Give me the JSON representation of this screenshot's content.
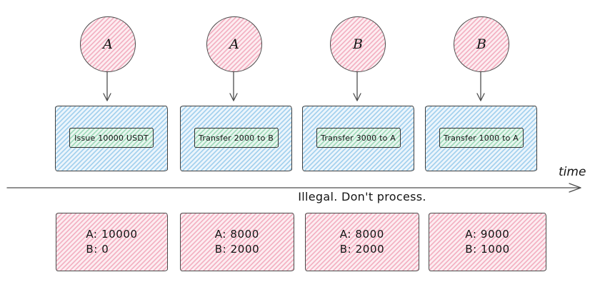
{
  "diagram": {
    "timeline_label": "time",
    "annotation": "Illegal. Don't process.",
    "columns": [
      {
        "actor": "A",
        "action": "Issue 10000 USDT",
        "balance_a": "A: 10000",
        "balance_b": "B: 0"
      },
      {
        "actor": "A",
        "action": "Transfer 2000 to B",
        "balance_a": "A: 8000",
        "balance_b": "B: 2000"
      },
      {
        "actor": "B",
        "action": "Transfer 3000 to A",
        "balance_a": "A: 8000",
        "balance_b": "B: 2000"
      },
      {
        "actor": "B",
        "action": "Transfer 1000 to A",
        "balance_a": "A: 9000",
        "balance_b": "B: 1000"
      }
    ],
    "colors": {
      "actor_fill": "#f3b3c4",
      "event_fill": "#a6d2ee",
      "action_fill": "#a3dabd",
      "stroke": "#3f3f3f",
      "arrow": "#4d4d4d"
    }
  }
}
